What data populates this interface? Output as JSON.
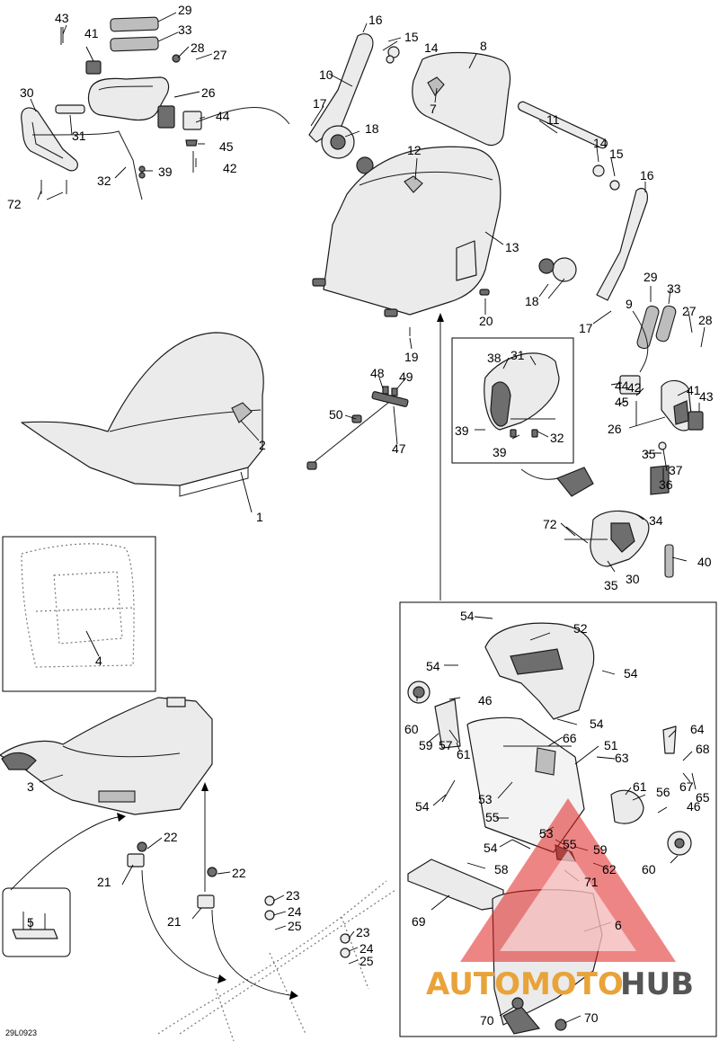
{
  "diagram_code": "29L0923",
  "watermark": {
    "text_left": "AUTOMOTO",
    "text_right": "HUB",
    "color_left": "#e8a33a",
    "color_right": "#555555",
    "triangle_color": "#e02020"
  },
  "accent_color": "#000000",
  "callouts": [
    {
      "id": "c1",
      "label": "1"
    },
    {
      "id": "c2",
      "label": "2"
    },
    {
      "id": "c3",
      "label": "3"
    },
    {
      "id": "c4",
      "label": "4"
    },
    {
      "id": "c5",
      "label": "5"
    },
    {
      "id": "c6",
      "label": "6"
    },
    {
      "id": "c7",
      "label": "7"
    },
    {
      "id": "c8",
      "label": "8"
    },
    {
      "id": "c9",
      "label": "9"
    },
    {
      "id": "c10",
      "label": "10"
    },
    {
      "id": "c11",
      "label": "11"
    },
    {
      "id": "c12",
      "label": "12"
    },
    {
      "id": "c13",
      "label": "13"
    },
    {
      "id": "c14a",
      "label": "14"
    },
    {
      "id": "c14b",
      "label": "14"
    },
    {
      "id": "c15a",
      "label": "15"
    },
    {
      "id": "c15b",
      "label": "15"
    },
    {
      "id": "c16a",
      "label": "16"
    },
    {
      "id": "c16b",
      "label": "16"
    },
    {
      "id": "c17a",
      "label": "17"
    },
    {
      "id": "c17b",
      "label": "17"
    },
    {
      "id": "c18a",
      "label": "18"
    },
    {
      "id": "c18b",
      "label": "18"
    },
    {
      "id": "c19",
      "label": "19"
    },
    {
      "id": "c20",
      "label": "20"
    },
    {
      "id": "c21a",
      "label": "21"
    },
    {
      "id": "c21b",
      "label": "21"
    },
    {
      "id": "c22a",
      "label": "22"
    },
    {
      "id": "c22b",
      "label": "22"
    },
    {
      "id": "c23a",
      "label": "23"
    },
    {
      "id": "c23b",
      "label": "23"
    },
    {
      "id": "c24a",
      "label": "24"
    },
    {
      "id": "c24b",
      "label": "24"
    },
    {
      "id": "c25a",
      "label": "25"
    },
    {
      "id": "c25b",
      "label": "25"
    },
    {
      "id": "c26a",
      "label": "26"
    },
    {
      "id": "c26b",
      "label": "26"
    },
    {
      "id": "c27a",
      "label": "27"
    },
    {
      "id": "c27b",
      "label": "27"
    },
    {
      "id": "c28a",
      "label": "28"
    },
    {
      "id": "c28b",
      "label": "28"
    },
    {
      "id": "c29a",
      "label": "29"
    },
    {
      "id": "c29b",
      "label": "29"
    },
    {
      "id": "c30a",
      "label": "30"
    },
    {
      "id": "c30b",
      "label": "30"
    },
    {
      "id": "c31a",
      "label": "31"
    },
    {
      "id": "c31b",
      "label": "31"
    },
    {
      "id": "c32a",
      "label": "32"
    },
    {
      "id": "c32b",
      "label": "32"
    },
    {
      "id": "c33a",
      "label": "33"
    },
    {
      "id": "c33b",
      "label": "33"
    },
    {
      "id": "c34",
      "label": "34"
    },
    {
      "id": "c35a",
      "label": "35"
    },
    {
      "id": "c35b",
      "label": "35"
    },
    {
      "id": "c36",
      "label": "36"
    },
    {
      "id": "c37",
      "label": "37"
    },
    {
      "id": "c38",
      "label": "38"
    },
    {
      "id": "c39a",
      "label": "39"
    },
    {
      "id": "c39b",
      "label": "39"
    },
    {
      "id": "c39c",
      "label": "39"
    },
    {
      "id": "c40",
      "label": "40"
    },
    {
      "id": "c41a",
      "label": "41"
    },
    {
      "id": "c41b",
      "label": "41"
    },
    {
      "id": "c42a",
      "label": "42"
    },
    {
      "id": "c42b",
      "label": "42"
    },
    {
      "id": "c43a",
      "label": "43"
    },
    {
      "id": "c43b",
      "label": "43"
    },
    {
      "id": "c44a",
      "label": "44"
    },
    {
      "id": "c44b",
      "label": "44"
    },
    {
      "id": "c45a",
      "label": "45"
    },
    {
      "id": "c45b",
      "label": "45"
    },
    {
      "id": "c46a",
      "label": "46"
    },
    {
      "id": "c46b",
      "label": "46"
    },
    {
      "id": "c47",
      "label": "47"
    },
    {
      "id": "c48",
      "label": "48"
    },
    {
      "id": "c49",
      "label": "49"
    },
    {
      "id": "c50",
      "label": "50"
    },
    {
      "id": "c51",
      "label": "51"
    },
    {
      "id": "c52",
      "label": "52"
    },
    {
      "id": "c53a",
      "label": "53"
    },
    {
      "id": "c53b",
      "label": "53"
    },
    {
      "id": "c54a",
      "label": "54"
    },
    {
      "id": "c54b",
      "label": "54"
    },
    {
      "id": "c54c",
      "label": "54"
    },
    {
      "id": "c54d",
      "label": "54"
    },
    {
      "id": "c54e",
      "label": "54"
    },
    {
      "id": "c54f",
      "label": "54"
    },
    {
      "id": "c55a",
      "label": "55"
    },
    {
      "id": "c55b",
      "label": "55"
    },
    {
      "id": "c56",
      "label": "56"
    },
    {
      "id": "c57",
      "label": "57"
    },
    {
      "id": "c58",
      "label": "58"
    },
    {
      "id": "c59a",
      "label": "59"
    },
    {
      "id": "c59b",
      "label": "59"
    },
    {
      "id": "c60a",
      "label": "60"
    },
    {
      "id": "c60b",
      "label": "60"
    },
    {
      "id": "c61a",
      "label": "61"
    },
    {
      "id": "c61b",
      "label": "61"
    },
    {
      "id": "c62",
      "label": "62"
    },
    {
      "id": "c63",
      "label": "63"
    },
    {
      "id": "c64",
      "label": "64"
    },
    {
      "id": "c65",
      "label": "65"
    },
    {
      "id": "c66",
      "label": "66"
    },
    {
      "id": "c67",
      "label": "67"
    },
    {
      "id": "c68",
      "label": "68"
    },
    {
      "id": "c69",
      "label": "69"
    },
    {
      "id": "c70a",
      "label": "70"
    },
    {
      "id": "c70b",
      "label": "70"
    },
    {
      "id": "c71",
      "label": "71"
    },
    {
      "id": "c72a",
      "label": "72"
    },
    {
      "id": "c72b",
      "label": "72"
    }
  ]
}
